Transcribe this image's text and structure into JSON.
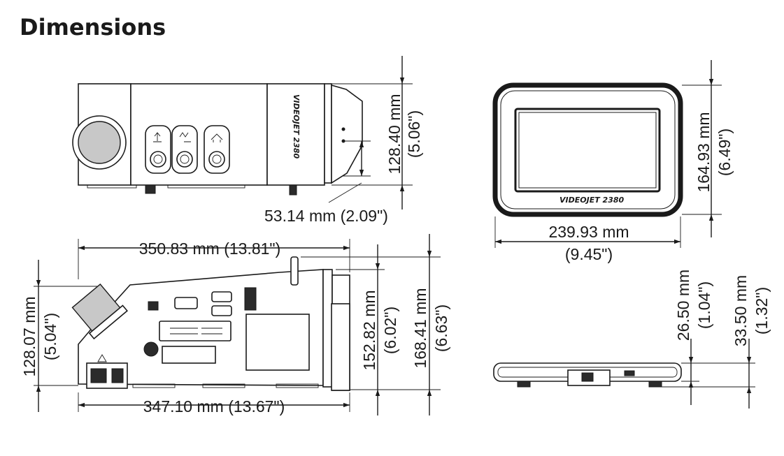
{
  "title": "Dimensions",
  "logo_text": "VIDEOJET 2380",
  "dimensions": {
    "top_view_height_mm": "128.40 mm",
    "top_view_height_in": "(5.06\")",
    "top_view_depth": "53.14 mm (2.09\")",
    "side_length_top": "350.83 mm (13.81\")",
    "side_length_bottom": "347.10 mm (13.67\")",
    "side_left_height_mm": "128.07 mm",
    "side_left_height_in": "(5.04\")",
    "side_height_1_mm": "152.82 mm",
    "side_height_1_in": "(6.02\")",
    "side_height_2_mm": "168.41 mm",
    "side_height_2_in": "(6.63\")",
    "screen_height_mm": "164.93 mm",
    "screen_height_in": "(6.49\")",
    "screen_width_mm": "239.93 mm",
    "screen_width_in": "(9.45\")",
    "screen_depth_1_mm": "26.50 mm",
    "screen_depth_1_in": "(1.04\")",
    "screen_depth_2_mm": "33.50 mm",
    "screen_depth_2_in": "(1.32\")"
  }
}
